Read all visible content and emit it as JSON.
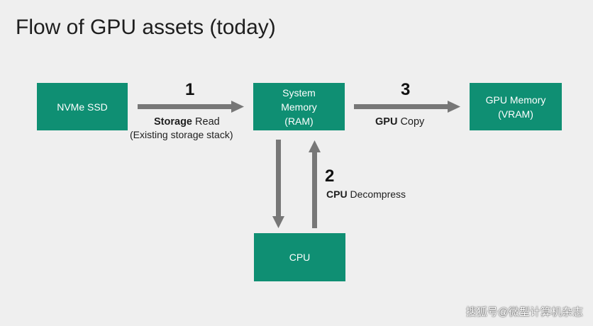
{
  "title": "Flow of GPU assets (today)",
  "nodes": {
    "nvme": {
      "lines": [
        "NVMe SSD"
      ]
    },
    "system_memory": {
      "lines": [
        "System",
        "Memory",
        "(RAM)"
      ]
    },
    "gpu_memory": {
      "lines": [
        "GPU Memory",
        "(VRAM)"
      ]
    },
    "cpu": {
      "lines": [
        "CPU"
      ]
    }
  },
  "steps": {
    "step1": {
      "number": "1",
      "label_bold": "Storage",
      "label_rest": " Read",
      "sublabel": "(Existing storage stack)"
    },
    "step2": {
      "number": "2",
      "label_bold": "CPU",
      "label_rest": " Decompress"
    },
    "step3": {
      "number": "3",
      "label_bold": "GPU",
      "label_rest": " Copy"
    }
  },
  "colors": {
    "box": "#0f8f73",
    "arrow": "#777777",
    "background": "#efefef"
  },
  "watermark": "搜狐号@微型计算机杂志"
}
